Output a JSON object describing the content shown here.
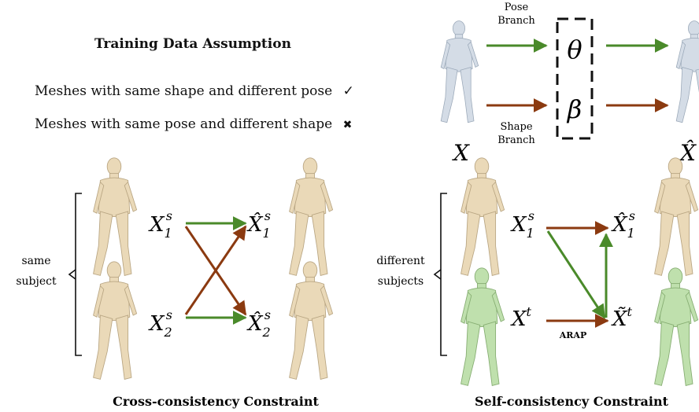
{
  "assumption": {
    "title": "Training Data Assumption",
    "items": [
      {
        "text": "Meshes with same shape and different pose",
        "mark": "✓"
      },
      {
        "text": "Meshes with same pose and different shape",
        "mark": "✖"
      }
    ]
  },
  "branch": {
    "pose_line1": "Pose",
    "pose_line2": "Branch",
    "shape_line1": "Shape",
    "shape_line2": "Branch",
    "theta": "θ",
    "beta": "β",
    "input": "X",
    "output": "X̂"
  },
  "cross": {
    "side_line1": "same",
    "side_line2": "subject",
    "caption": "Cross-consistency Constraint"
  },
  "self": {
    "side_line1": "different",
    "side_line2": "subjects",
    "arap": "ARAP",
    "caption": "Self-consistency Constraint"
  },
  "colors": {
    "pose_arrow": "#4a8a2a",
    "shape_arrow": "#8b3a10",
    "mesh_beige": "#ead9b8",
    "mesh_green": "#bfe0ad",
    "mesh_gray": "#d4dce6"
  }
}
